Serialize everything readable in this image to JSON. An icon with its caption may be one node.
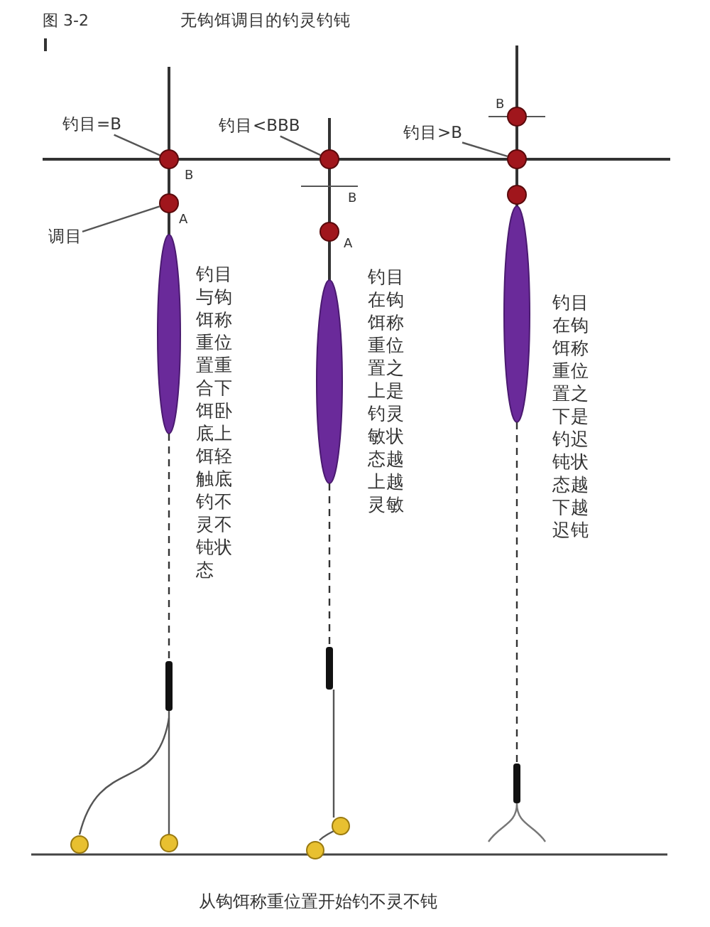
{
  "diagram": {
    "title": "无钩饵调目的钓灵钓钝",
    "nodes": [
      {
        "text": [
          "钓目=B"
        ]
      },
      {
        "text": [],
        "shape": "circle"
      },
      {
        "text": [
          "调目"
        ]
      },
      {
        "text": [],
        "shape": "circle"
      },
      {
        "text": [
          "钓目<BBB"
        ]
      },
      {
        "text": [],
        "shape": "circle"
      },
      {
        "text": [
          "钓目>B"
        ]
      },
      {
        "text": [],
        "shape": "circle"
      }
    ],
    "edges": [
      {
        "from": 0,
        "to": 1,
        "arrow": "none"
      },
      {
        "from": 2,
        "to": 3,
        "arrow": "none"
      },
      {
        "from": 4,
        "to": 5,
        "arrow": "none"
      },
      {
        "from": 6,
        "to": 7,
        "arrow": "none"
      }
    ],
    "labels": [
      "图 3-2",
      "B",
      "A",
      "B",
      "A",
      "B",
      "钓目与钩饵称重位置重合下饵卧底上饵轻触底钓不灵不钝状态",
      "钓目在钩饵称重位置之上是钓灵敏状态越上越灵敏",
      "钓目在钩饵称重位置之下是钓迟钝状态越下越迟钝",
      "从钩饵称重位置开始钓不灵不钝"
    ]
  }
}
